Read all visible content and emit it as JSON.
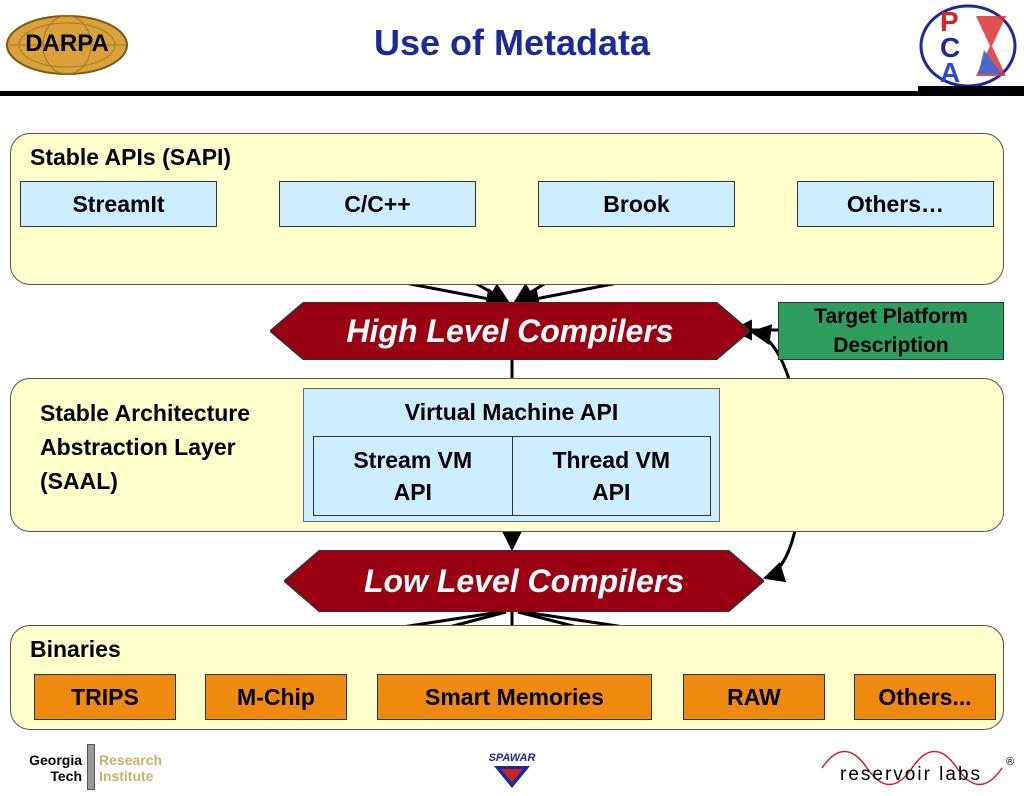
{
  "header": {
    "title": "Use of Metadata",
    "left_logo_text": "DARPA",
    "right_logo_letters": [
      "P",
      "C",
      "A"
    ]
  },
  "sapi": {
    "label": "Stable APIs (SAPI)",
    "items": [
      "StreamIt",
      "C/C++",
      "Brook",
      "Others…"
    ]
  },
  "high_level_compilers": {
    "label": "High Level Compilers"
  },
  "target_platform": {
    "line1": "Target Platform",
    "line2": "Description"
  },
  "saal": {
    "label_lines": [
      "Stable Architecture",
      "Abstraction Layer",
      "(SAAL)"
    ],
    "vm_api": {
      "title": "Virtual Machine API",
      "stream": [
        "Stream VM",
        "API"
      ],
      "thread": [
        "Thread VM",
        "API"
      ]
    }
  },
  "low_level_compilers": {
    "label": "Low Level Compilers"
  },
  "binaries": {
    "label": "Binaries",
    "items": [
      "TRIPS",
      "M-Chip",
      "Smart Memories",
      "RAW",
      "Others..."
    ]
  },
  "footer": {
    "georgia_tech": [
      "Georgia",
      "Tech"
    ],
    "research_institute": [
      "Research",
      "Institute"
    ],
    "spawar": "SPAWAR",
    "reservoir_labs": "reservoir labs",
    "registered_mark": "®"
  },
  "colors": {
    "title": "#1a2a99",
    "panel_fill": "#ffffcc",
    "api_box_fill": "#cceeff",
    "compiler_fill": "#990011",
    "binary_fill": "#ee8a10",
    "target_fill": "#2e9e5e"
  }
}
